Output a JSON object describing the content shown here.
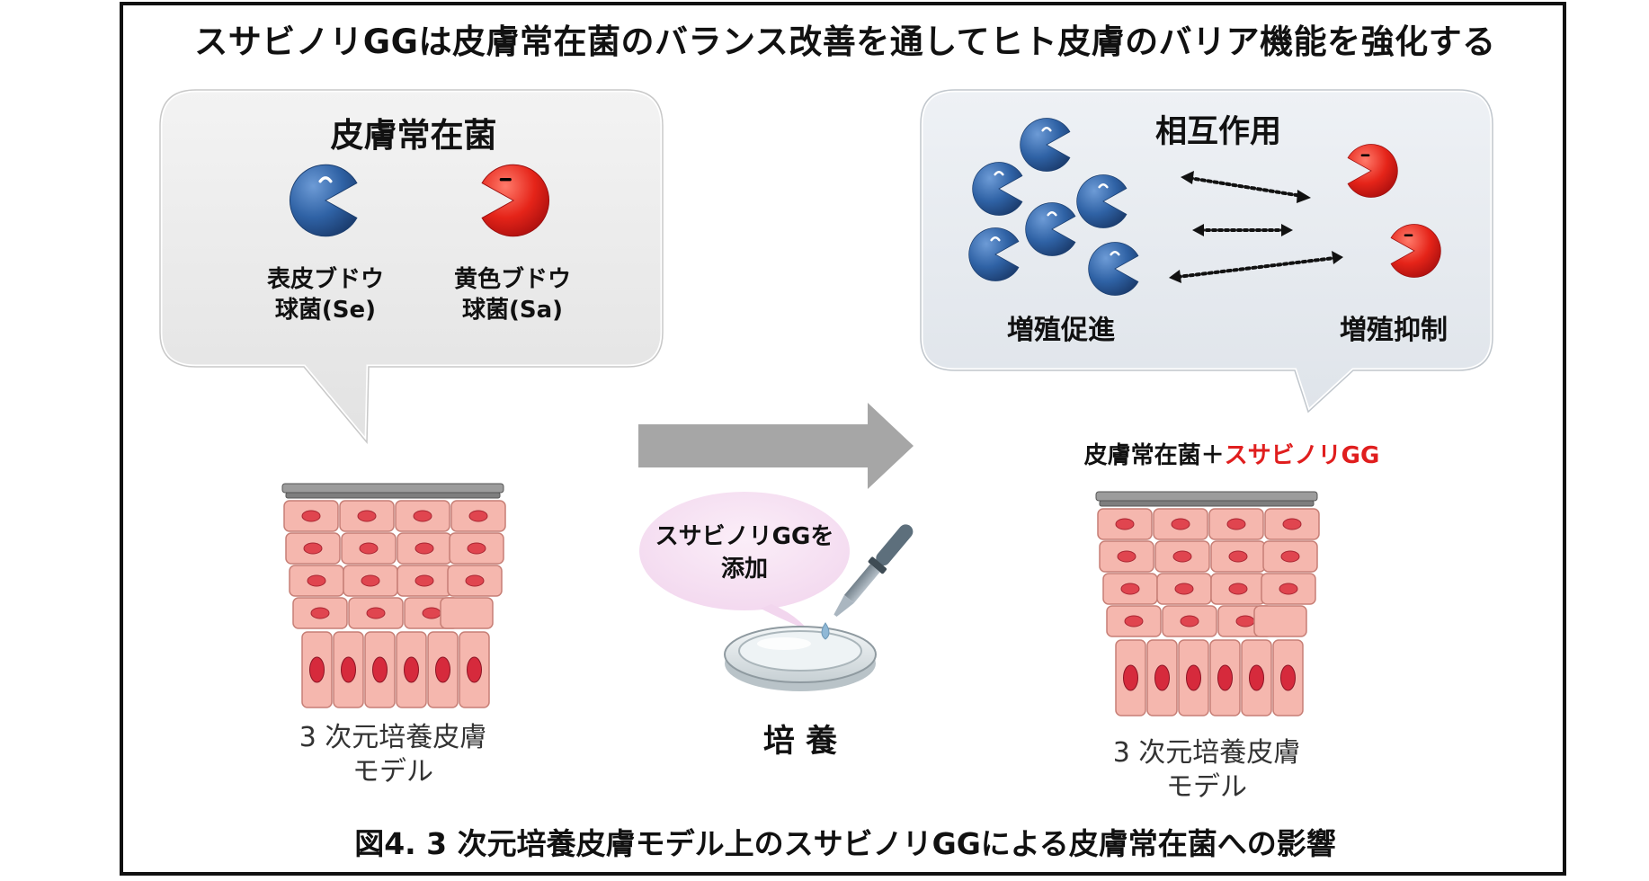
{
  "title": "スサビノリGGは皮膚常在菌のバランス改善を通してヒト皮膚のバリア機能を強化する",
  "left_bubble": {
    "heading": "皮膚常在菌",
    "se_line1": "表皮ブドウ",
    "se_line2": "球菌(Se)",
    "sa_line1": "黄色ブドウ",
    "sa_line2": "球菌(Sa)"
  },
  "right_bubble": {
    "heading": "相互作用",
    "promote": "増殖促進",
    "suppress": "増殖抑制"
  },
  "left_model": {
    "line1": "3 次元培養皮膚",
    "line2": "モデル"
  },
  "right_model": {
    "label_black": "皮膚常在菌＋",
    "label_red": "スサビノリGG",
    "line1": "3 次元培養皮膚",
    "line2": "モデル"
  },
  "center": {
    "thought_line1": "スサビノリGGを",
    "thought_line2": "添加",
    "culture": "培 養"
  },
  "caption": "図4. 3 次元培養皮膚モデル上のスサビノリGGによる皮膚常在菌への影響",
  "colors": {
    "se_blue": "#2d5f9e",
    "sa_red": "#e02020",
    "cell_pink": "#f4b6ad",
    "nucleus": "#e0454f",
    "bubble_fill": "#ebebeb",
    "arrow_gray": "#a6a6a6",
    "highlight_red": "#e01e1e"
  }
}
